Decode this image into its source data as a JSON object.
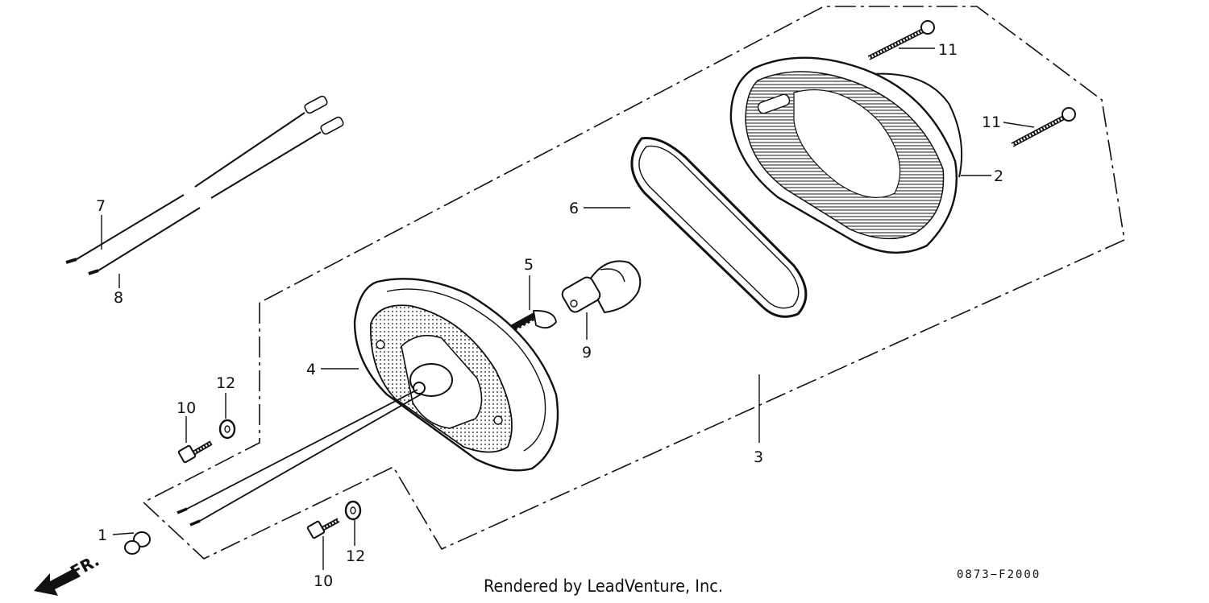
{
  "callouts": {
    "c1": "1",
    "c2": "2",
    "c3": "3",
    "c4": "4",
    "c5": "5",
    "c6": "6",
    "c7": "7",
    "c8": "8",
    "c9": "9",
    "c10a": "10",
    "c10b": "10",
    "c11a": "11",
    "c11b": "11",
    "c12a": "12",
    "c12b": "12"
  },
  "front_marker": "FR.",
  "footer": {
    "rendered_by": "Rendered by LeadVenture, Inc.",
    "diagram_code": "0873−F2000"
  }
}
